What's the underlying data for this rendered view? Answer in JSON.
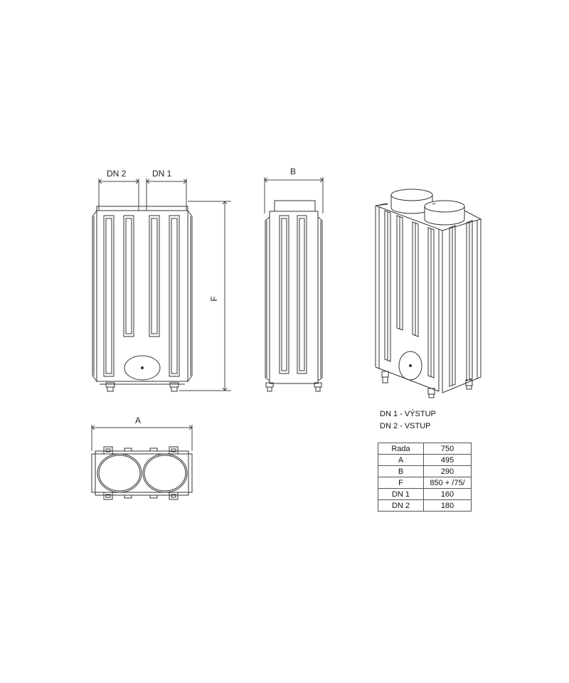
{
  "labels": {
    "dn2": "DN 2",
    "dn1": "DN 1",
    "f": "F",
    "b": "B",
    "a": "A"
  },
  "legend": {
    "dn1": "DN 1 - VÝSTUP",
    "dn2": "DN 2 - VSTUP"
  },
  "specs": [
    {
      "key": "Rada",
      "value": "750"
    },
    {
      "key": "A",
      "value": "495"
    },
    {
      "key": "B",
      "value": "290"
    },
    {
      "key": "F",
      "value": "850 + /75/"
    },
    {
      "key": "DN 1",
      "value": "160"
    },
    {
      "key": "DN 2",
      "value": "180"
    }
  ]
}
